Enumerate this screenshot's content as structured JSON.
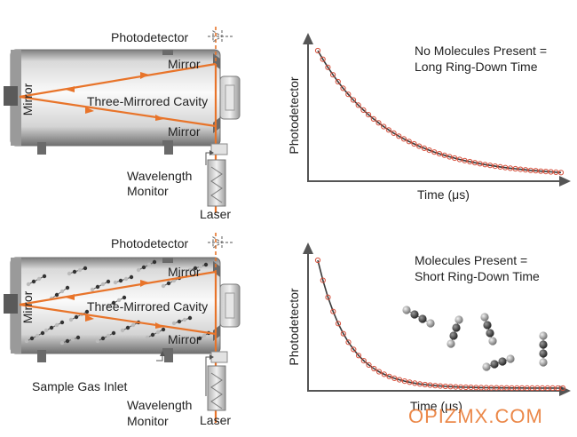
{
  "colors": {
    "beam": "#e8742a",
    "cavity_light": "#f4f4f4",
    "cavity_dark": "#8a8a8a",
    "axis": "#555555",
    "decay_line": "#3a3a3a",
    "decay_marker": "#d6503c",
    "watermark": "#e8742a"
  },
  "top_panel": {
    "photodetector": "Photodetector",
    "mirror_left": "Mirror",
    "mirror_top": "Mirror",
    "mirror_bottom": "Mirror",
    "cavity": "Three-Mirrored Cavity",
    "wavelength_monitor_line1": "Wavelength",
    "wavelength_monitor_line2": "Monitor",
    "laser": "Laser"
  },
  "bottom_panel": {
    "photodetector": "Photodetector",
    "mirror_left": "Mirror",
    "mirror_top": "Mirror",
    "mirror_bottom": "Mirror",
    "cavity": "Three-Mirrored Cavity",
    "sample_gas_inlet": "Sample Gas Inlet",
    "wavelength_monitor_line1": "Wavelength",
    "wavelength_monitor_line2": "Monitor",
    "laser": "Laser"
  },
  "chart_data": [
    {
      "type": "line",
      "title_line1": "No Molecules Present =",
      "title_line2": "Long Ring-Down Time",
      "xlabel": "Time (μs)",
      "ylabel": "Photodetector",
      "series": [
        {
          "decay": "slow",
          "points": 48
        }
      ]
    },
    {
      "type": "line",
      "title_line1": "Molecules Present =",
      "title_line2": "Short Ring-Down Time",
      "xlabel": "Time (μs)",
      "ylabel": "Photodetector",
      "series": [
        {
          "decay": "fast",
          "points": 48
        }
      ]
    }
  ],
  "watermark": "OPIZMX.COM"
}
